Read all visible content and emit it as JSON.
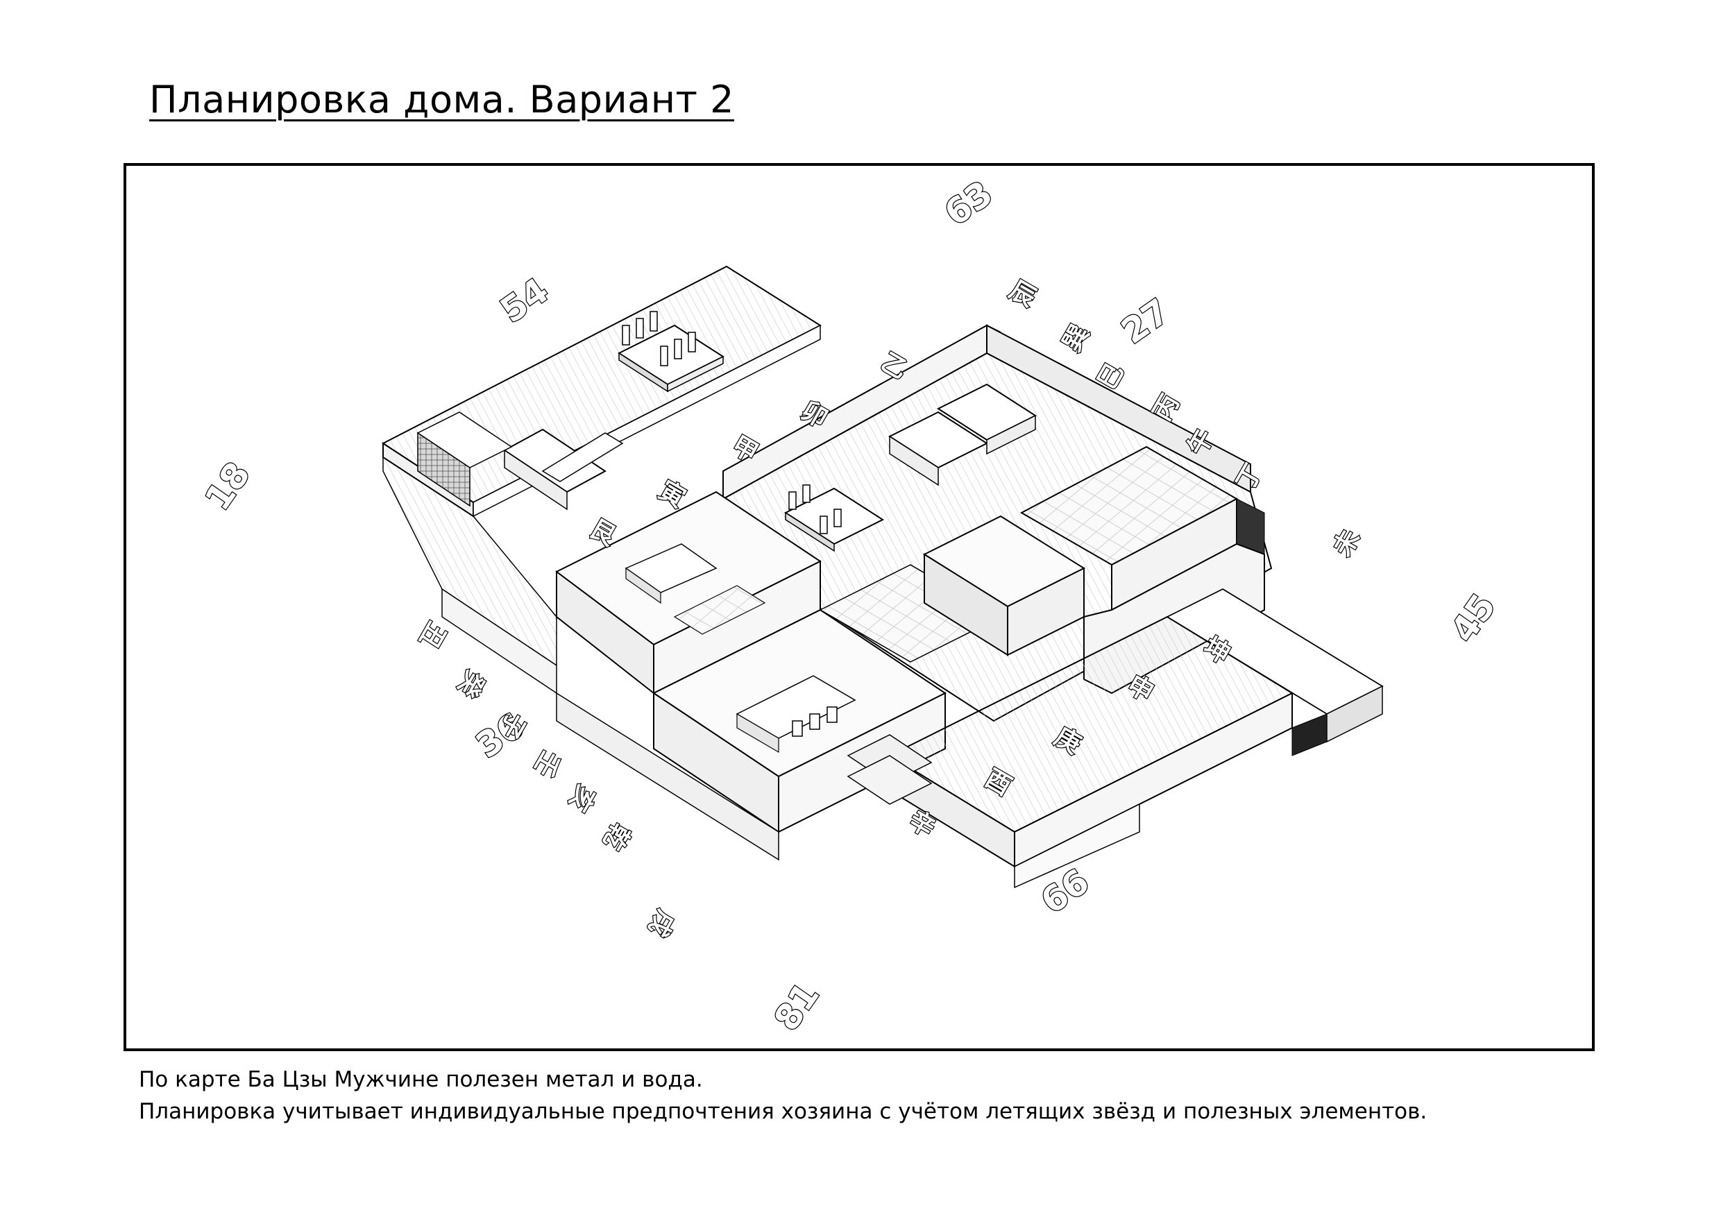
{
  "title": "Планировка дома. Вариант 2",
  "caption": {
    "line1": "По карте Ба Цзы Мужчине полезен метал и вода.",
    "line2": "Планировка учитывает индивидуальные предпочтения хозяина с учётом летящих звёзд и полезных элементов."
  },
  "numbers": {
    "n63": "63",
    "n54": "54",
    "n27": "27",
    "n18": "18",
    "n45": "45",
    "n36": "36",
    "n99": "99",
    "n81": "81"
  },
  "directions": {
    "chen": "辰",
    "yi": "乙",
    "mao": "卯",
    "jia": "甲",
    "yin": "寅",
    "gen": "艮",
    "chou": "丑",
    "gui": "癸",
    "zi": "子",
    "ren": "壬",
    "hai": "亥",
    "qian": "乾",
    "xu": "戌",
    "xun": "巽",
    "si": "巳",
    "bing": "丙",
    "wu": "午",
    "ding": "丁",
    "wei": "未",
    "kun": "坤",
    "shen": "申",
    "geng": "庚",
    "you": "酉",
    "xin": "辛"
  }
}
